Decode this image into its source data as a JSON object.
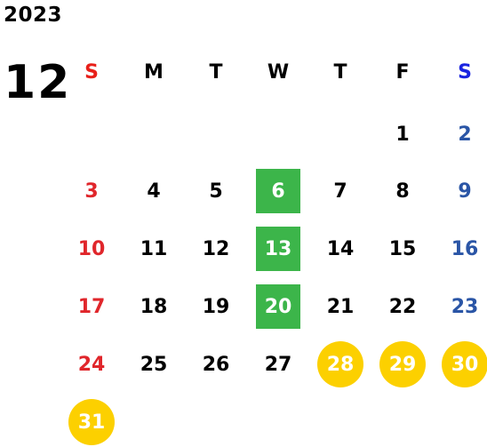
{
  "header": {
    "year": "2023",
    "month": "12"
  },
  "weekdays": [
    "S",
    "M",
    "T",
    "W",
    "T",
    "F",
    "S"
  ],
  "days": [
    "",
    "",
    "",
    "",
    "",
    "1",
    "2",
    "3",
    "4",
    "5",
    "6",
    "7",
    "8",
    "9",
    "10",
    "11",
    "12",
    "13",
    "14",
    "15",
    "16",
    "17",
    "18",
    "19",
    "20",
    "21",
    "22",
    "23",
    "24",
    "25",
    "26",
    "27",
    "28",
    "29",
    "30",
    "31"
  ],
  "highlighted_days": [
    "6",
    "13",
    "20"
  ],
  "holiday_days": [
    "28",
    "29",
    "30",
    "31"
  ],
  "colors": {
    "sunday": "#e0262b",
    "saturday": "#2a55a6",
    "highlight_square": "#3cb54a",
    "holiday_circle": "#fcd000"
  }
}
